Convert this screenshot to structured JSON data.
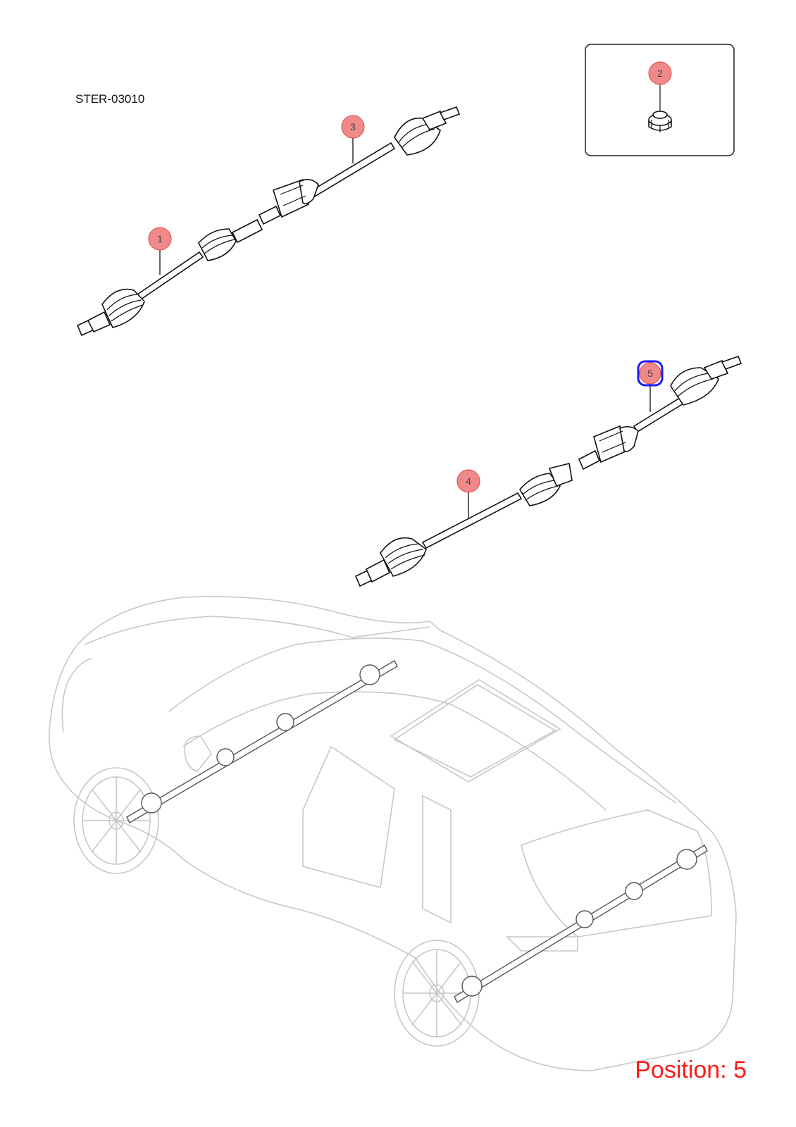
{
  "diagram": {
    "code": "STER-03010",
    "position_label": "Position: 5",
    "selected_callout": "5",
    "callouts": [
      {
        "id": "1",
        "label": "1"
      },
      {
        "id": "2",
        "label": "2"
      },
      {
        "id": "3",
        "label": "3"
      },
      {
        "id": "4",
        "label": "4"
      },
      {
        "id": "5",
        "label": "5"
      }
    ],
    "colors": {
      "callout_fill": "#f08a8a",
      "selected_outline": "#1a1aff",
      "position_text": "#ff1a1a",
      "car_outline": "#c7c7c7"
    }
  }
}
